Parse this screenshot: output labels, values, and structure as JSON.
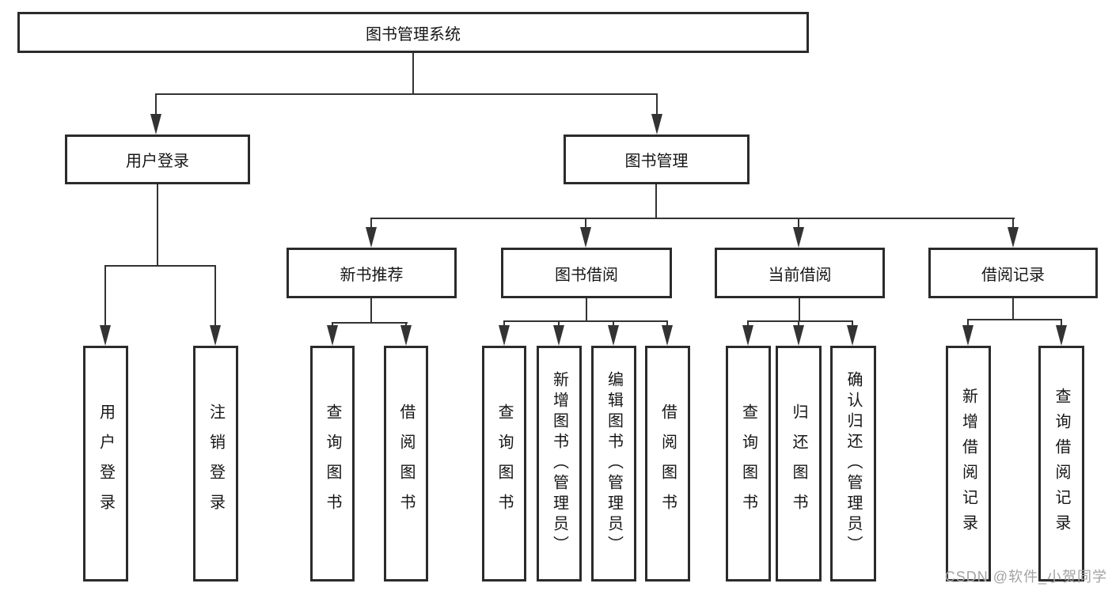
{
  "diagram": {
    "title": "图书管理系统",
    "watermark": "CSDN @软件_小贺同学",
    "level2": [
      {
        "label": "用户登录"
      },
      {
        "label": "图书管理"
      }
    ],
    "level3": [
      {
        "label": "新书推荐",
        "parent": "图书管理"
      },
      {
        "label": "图书借阅",
        "parent": "图书管理"
      },
      {
        "label": "当前借阅",
        "parent": "图书管理"
      },
      {
        "label": "借阅记录",
        "parent": "图书管理"
      }
    ],
    "leaves": [
      {
        "label": "用户登录",
        "parent": "用户登录"
      },
      {
        "label": "注销登录",
        "parent": "用户登录"
      },
      {
        "label": "查询图书",
        "parent": "新书推荐"
      },
      {
        "label": "借阅图书",
        "parent": "新书推荐"
      },
      {
        "label": "查询图书",
        "parent": "图书借阅"
      },
      {
        "label": "新增图书（管理员）",
        "parent": "图书借阅"
      },
      {
        "label": "编辑图书（管理员）",
        "parent": "图书借阅"
      },
      {
        "label": "借阅图书",
        "parent": "图书借阅"
      },
      {
        "label": "查询图书",
        "parent": "当前借阅"
      },
      {
        "label": "归还图书",
        "parent": "当前借阅"
      },
      {
        "label": "确认归还（管理员）",
        "parent": "当前借阅"
      },
      {
        "label": "新增借阅记录",
        "parent": "借阅记录"
      },
      {
        "label": "查询借阅记录",
        "parent": "借阅记录"
      }
    ],
    "colors": {
      "line": "#333333",
      "border": "#2b2b2b",
      "watermark": "#a3a3a3"
    }
  }
}
